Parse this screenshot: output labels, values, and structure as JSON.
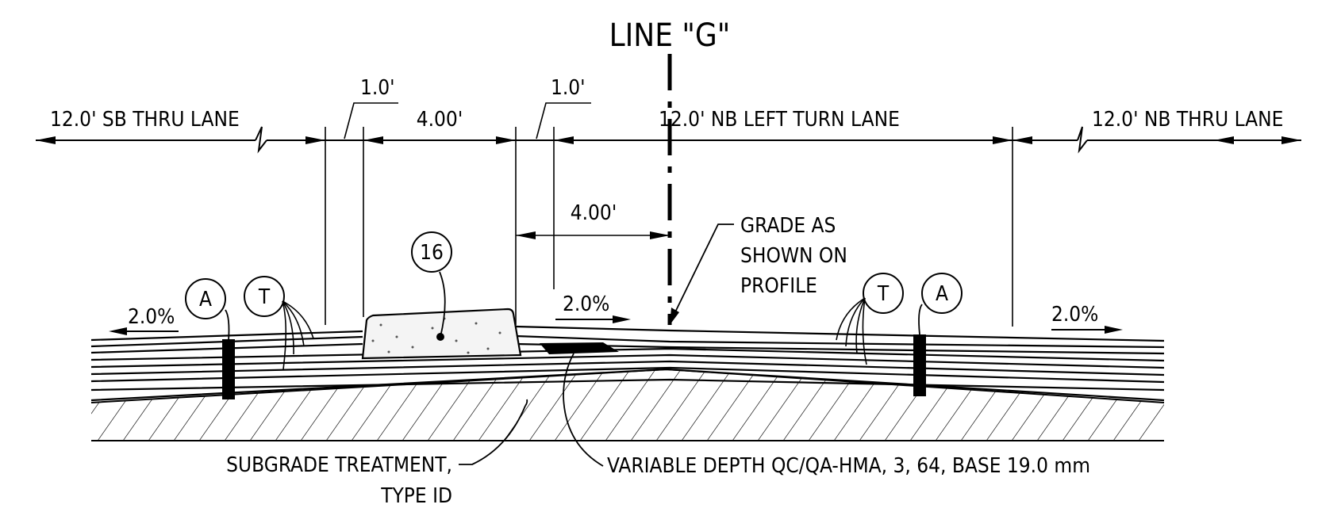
{
  "title": "LINE \"G\"",
  "lanes": {
    "sb_thru": "12.0' SB THRU LANE",
    "nb_left_turn": "12.0' NB LEFT TURN LANE",
    "nb_thru": "12.0' NB THRU LANE"
  },
  "dimensions": {
    "offset_left": "1.0'",
    "median_width": "4.00'",
    "offset_right": "1.0'",
    "median_to_cl": "4.00'"
  },
  "slopes": {
    "left": "2.0%",
    "center": "2.0%",
    "right": "2.0%"
  },
  "callouts": {
    "curb_item": "16",
    "a_left": "A",
    "t_left": "T",
    "t_right": "T",
    "a_right": "A"
  },
  "notes": {
    "grade_line1": "GRADE AS",
    "grade_line2": "SHOWN ON",
    "grade_line3": "PROFILE",
    "subgrade_line1": "SUBGRADE TREATMENT,",
    "subgrade_line2": "TYPE ID",
    "variable_depth": "VARIABLE DEPTH QC/QA-HMA, 3, 64, BASE 19.0 mm"
  }
}
